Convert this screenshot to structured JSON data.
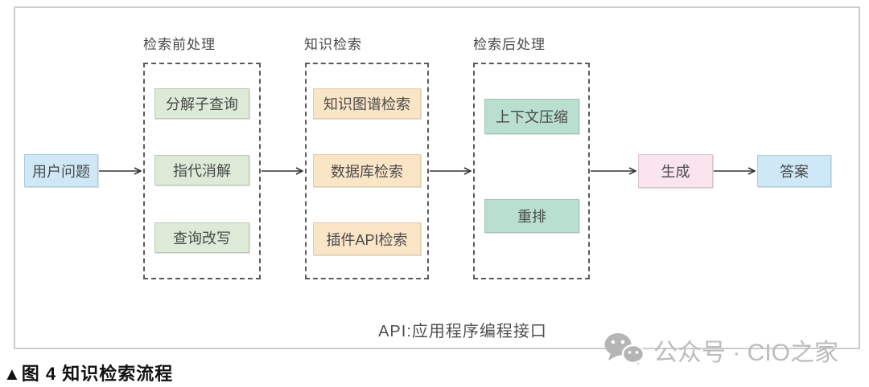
{
  "figure": {
    "caption": "▲图 4 知识检索流程",
    "footnote": "API:应用程序编程接口",
    "watermark_text": "公众号 · CIO之家"
  },
  "flow": {
    "input": {
      "label": "用户问题"
    },
    "stages": [
      {
        "title": "检索前处理",
        "items": [
          {
            "label": "分解子查询"
          },
          {
            "label": "指代消解"
          },
          {
            "label": "查询改写"
          }
        ]
      },
      {
        "title": "知识检索",
        "items": [
          {
            "label": "知识图谱检索"
          },
          {
            "label": "数据库检索"
          },
          {
            "label": "插件API检索"
          }
        ]
      },
      {
        "title": "检索后处理",
        "items": [
          {
            "label": "上下文压缩"
          },
          {
            "label": "重排"
          }
        ]
      }
    ],
    "generate": {
      "label": "生成"
    },
    "answer": {
      "label": "答案"
    }
  },
  "colors": {
    "blue_fill": "#cfe8f6",
    "blue_border": "#a8cde2",
    "green_fill": "#dcead7",
    "green_border": "#bccbb6",
    "orange_fill": "#fbe5c7",
    "orange_border": "#e3cda8",
    "teal_fill": "#b9dfce",
    "teal_border": "#a6c2b4",
    "pink_fill": "#fae4ee",
    "pink_border": "#dcc3ce",
    "dashed_border": "#5a5a5a",
    "frame_border": "#cccccc",
    "arrow": "#333333",
    "watermark": "#bcbcbc",
    "text": "#4a4a4a"
  }
}
